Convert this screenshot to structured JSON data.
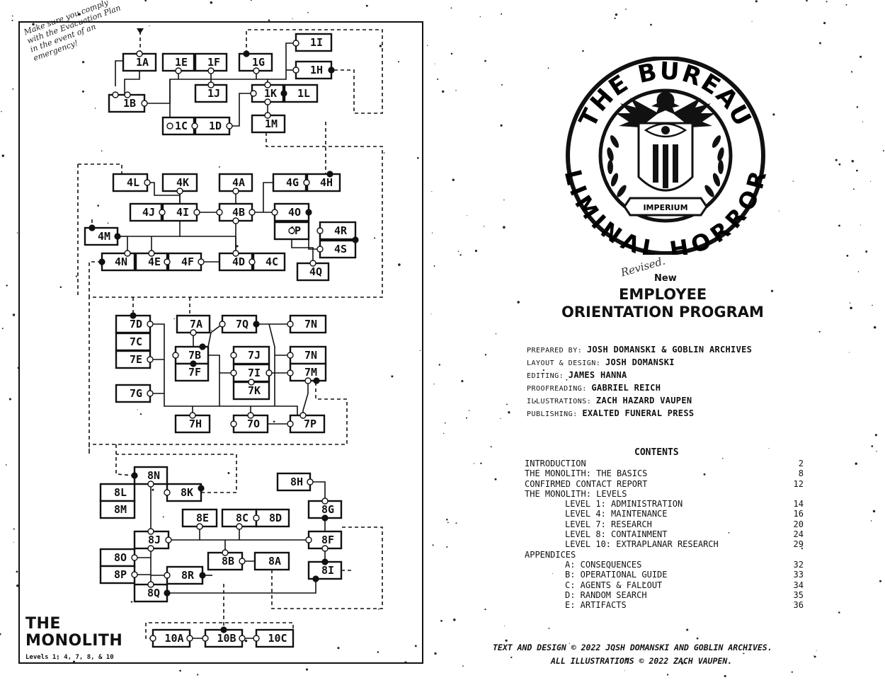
{
  "map": {
    "note": "Make sure you comply with the Evacuation Plan in the event of an emergency!",
    "title_line1": "THE",
    "title_line2": "MONOLITH",
    "subtitle": "Levels 1, 4, 7, 8, & 10",
    "rooms": [
      "1A",
      "1B",
      "1C",
      "1D",
      "1E",
      "1F",
      "1G",
      "1H",
      "1I",
      "1J",
      "1K",
      "1L",
      "1M",
      "4A",
      "4B",
      "4C",
      "4D",
      "4E",
      "4F",
      "4G",
      "4H",
      "4I",
      "4J",
      "4K",
      "4L",
      "4M",
      "4N",
      "4O",
      "4P",
      "4Q",
      "4R",
      "4S",
      "7A",
      "7B",
      "7C",
      "7D",
      "7E",
      "7F",
      "7G",
      "7H",
      "7I",
      "7J",
      "7K",
      "7M",
      "7N",
      "7O",
      "7P",
      "7Q",
      "8A",
      "8B",
      "8C",
      "8D",
      "8E",
      "8F",
      "8G",
      "8H",
      "8I",
      "8J",
      "8K",
      "8L",
      "8M",
      "8N",
      "8O",
      "8P",
      "8Q",
      "8R",
      "10A",
      "10B",
      "10C"
    ]
  },
  "seal": {
    "top_text": "THE BUREAU",
    "bottom_text": "LIMINAL HORROR",
    "banner": "IMPERIUM"
  },
  "heading": {
    "revised": "Revised.",
    "new": "New",
    "line1": "EMPLOYEE",
    "line2": "ORIENTATION PROGRAM"
  },
  "credits": [
    {
      "role": "PREPARED BY:",
      "name": "JOSH DOMANSKI & GOBLIN ARCHIVES"
    },
    {
      "role": "LAYOUT & DESIGN:",
      "name": "JOSH DOMANSKI"
    },
    {
      "role": "EDITING:",
      "name": "JAMES HANNA"
    },
    {
      "role": "PROOFREADING:",
      "name": "GABRIEL REICH"
    },
    {
      "role": "ILLUSTRATIONS:",
      "name": "ZACH HAZARD VAUPEN"
    },
    {
      "role": "PUBLISHING:",
      "name": "EXALTED FUNERAL PRESS"
    }
  ],
  "contents": {
    "heading": "CONTENTS",
    "entries": [
      {
        "title": "INTRODUCTION",
        "page": "2",
        "indent": 0
      },
      {
        "title": "THE MONOLITH: THE BASICS",
        "page": "8",
        "indent": 0
      },
      {
        "title": "CONFIRMED CONTACT REPORT",
        "page": "12",
        "indent": 0
      },
      {
        "title": "THE MONOLITH: LEVELS",
        "page": "",
        "indent": 0
      },
      {
        "title": "LEVEL 1: ADMINISTRATION",
        "page": "14",
        "indent": 1
      },
      {
        "title": "LEVEL 4: MAINTENANCE",
        "page": "16",
        "indent": 1
      },
      {
        "title": "LEVEL 7: RESEARCH",
        "page": "20",
        "indent": 1
      },
      {
        "title": "LEVEL 8: CONTAINMENT",
        "page": "24",
        "indent": 1
      },
      {
        "title": "LEVEL 10: EXTRAPLANAR RESEARCH",
        "page": "29",
        "indent": 1
      },
      {
        "title": "APPENDICES",
        "page": "",
        "indent": 0
      },
      {
        "title": "A: CONSEQUENCES",
        "page": "32",
        "indent": 1
      },
      {
        "title": "B: OPERATIONAL GUIDE",
        "page": "33",
        "indent": 1
      },
      {
        "title": "C: AGENTS & FALLOUT",
        "page": "34",
        "indent": 1
      },
      {
        "title": "D: RANDOM SEARCH",
        "page": "35",
        "indent": 1
      },
      {
        "title": "E: ARTIFACTS",
        "page": "36",
        "indent": 1
      }
    ]
  },
  "footer": {
    "line1": "TEXT AND DESIGN © 2022 JOSH DOMANSKI AND GOBLIN ARCHIVES.",
    "line2": "ALL ILLUSTRATIONS © 2022 ZACH VAUPEN."
  }
}
